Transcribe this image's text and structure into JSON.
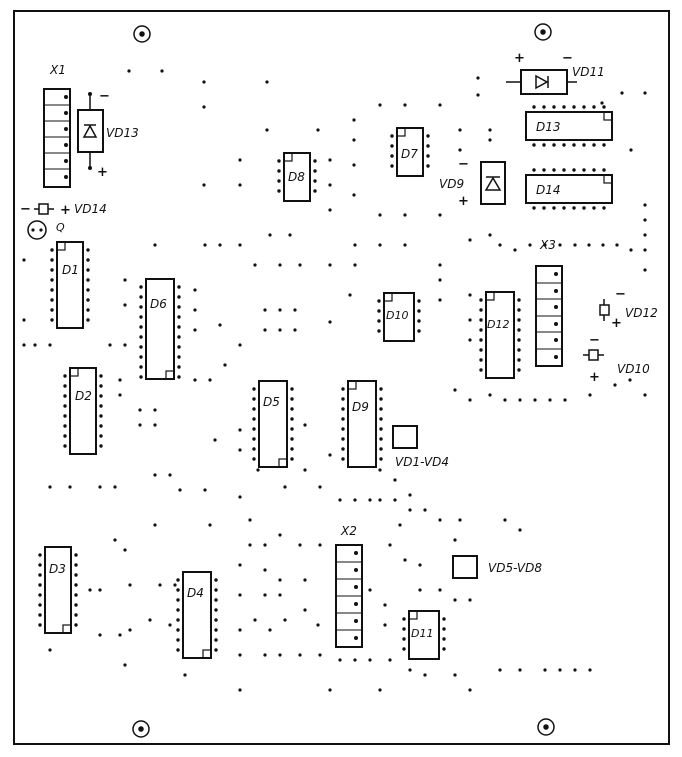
{
  "labels": {
    "x1": "X1",
    "x2": "X2",
    "x3": "X3",
    "d1": "D1",
    "d2": "D2",
    "d3": "D3",
    "d4": "D4",
    "d5": "D5",
    "d6": "D6",
    "d7": "D7",
    "d8": "D8",
    "d9": "D9",
    "d10": "D10",
    "d11": "D11",
    "d12": "D12",
    "d13": "D13",
    "d14": "D14",
    "vd13": "VD13",
    "vd14": "VD14",
    "vd11": "VD11",
    "vd9": "VD9",
    "vd12": "VD12",
    "vd10": "VD10",
    "vd1_vd4": "VD1-VD4",
    "vd5_vd8": "VD5-VD8",
    "q": "Q"
  },
  "signs": {
    "plus": "+",
    "minus": "−"
  }
}
